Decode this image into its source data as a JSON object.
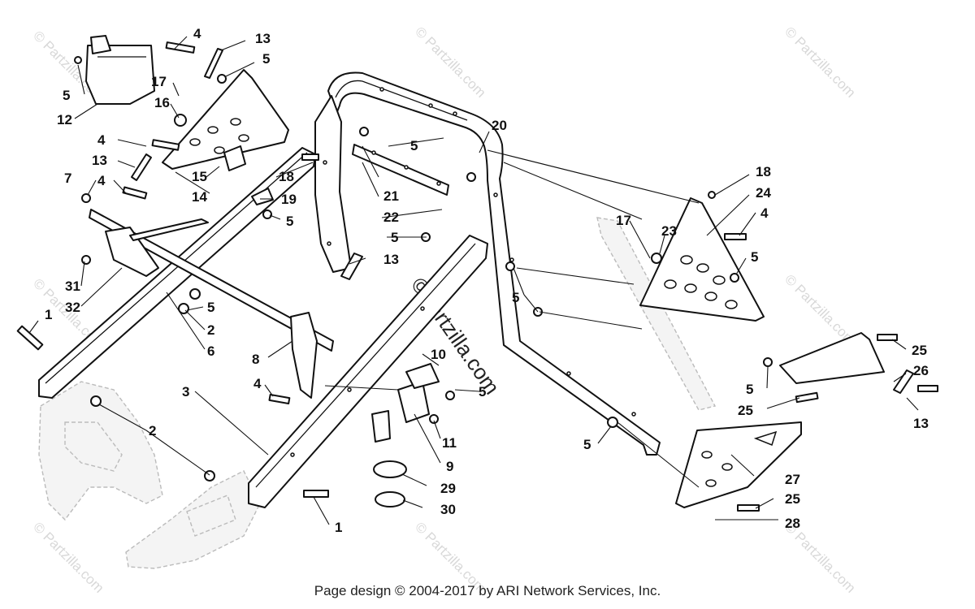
{
  "watermark": {
    "text": "© Partzilla.com",
    "center_text": "©Partzilla.com"
  },
  "callouts": {
    "c1a": "1",
    "c1b": "1",
    "c2a": "2",
    "c2b": "2",
    "c3": "3",
    "c4a": "4",
    "c4b": "4",
    "c4c": "4",
    "c4d": "4",
    "c4e": "4",
    "c5a": "5",
    "c5b": "5",
    "c5c": "5",
    "c5d": "5",
    "c5e": "5",
    "c5f": "5",
    "c5g": "5",
    "c5h": "5",
    "c5i": "5",
    "c5j": "5",
    "c5k": "5",
    "c6": "6",
    "c7": "7",
    "c8": "8",
    "c9": "9",
    "c10": "10",
    "c11": "11",
    "c12": "12",
    "c13a": "13",
    "c13b": "13",
    "c13c": "13",
    "c13d": "13",
    "c14": "14",
    "c15": "15",
    "c16": "16",
    "c17a": "17",
    "c17b": "17",
    "c18a": "18",
    "c18b": "18",
    "c19": "19",
    "c20": "20",
    "c21": "21",
    "c22": "22",
    "c23": "23",
    "c24": "24",
    "c25a": "25",
    "c25b": "25",
    "c25c": "25",
    "c26": "26",
    "c27": "27",
    "c28": "28",
    "c29": "29",
    "c30": "30",
    "c31": "31",
    "c32": "32"
  },
  "footer": "Page design © 2004-2017 by ARI Network Services, Inc."
}
